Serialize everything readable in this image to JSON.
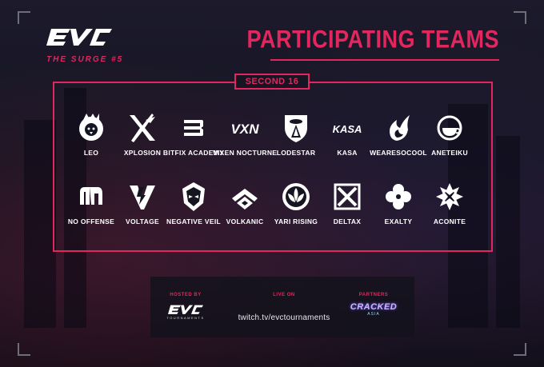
{
  "brand": {
    "logo_text": "EVC",
    "subtitle": "THE SURGE #5"
  },
  "title": "PARTICIPATING TEAMS",
  "section": {
    "label": "SECOND 16"
  },
  "teams_row1": [
    {
      "name": "LEO",
      "icon": "lion-icon"
    },
    {
      "name": "XPLOSION",
      "icon": "xplosion-x-icon"
    },
    {
      "name": "BITFIX ACADEMY",
      "icon": "bitfix-b-icon"
    },
    {
      "name": "VIXEN NOCTURNE",
      "icon": "vxn-icon",
      "icon_text": "VXN"
    },
    {
      "name": "LODESTAR",
      "icon": "lodestar-shield-icon"
    },
    {
      "name": "KASA",
      "icon": "kasa-wordmark-icon",
      "icon_text": "KASA"
    },
    {
      "name": "WEARESOCOOL",
      "icon": "flame-icon"
    },
    {
      "name": "ANETEIKU",
      "icon": "teacup-icon"
    }
  ],
  "teams_row2": [
    {
      "name": "NO OFFENSE",
      "icon": "no-offense-m-icon"
    },
    {
      "name": "VOLTAGE",
      "icon": "voltage-v-icon"
    },
    {
      "name": "NEGATIVE VEIL",
      "icon": "veiled-mask-icon"
    },
    {
      "name": "VOLKANIC",
      "icon": "volkanic-v-icon"
    },
    {
      "name": "YARI RISING",
      "icon": "lotus-circle-icon"
    },
    {
      "name": "DELTAX",
      "icon": "deltax-box-icon"
    },
    {
      "name": "EXALTY",
      "icon": "clover-icon"
    },
    {
      "name": "ACONITE",
      "icon": "aconite-flower-icon"
    }
  ],
  "footer": {
    "hosted_label": "HOSTED BY",
    "host_logo_text": "EVC",
    "host_logo_sub": "TOURNAMENTS",
    "live_label": "LIVE ON",
    "live_url": "twitch.tv/evctournaments",
    "partners_label": "PARTNERS",
    "partner_logo_text": "CRACKED",
    "partner_logo_sub": "ASIA"
  },
  "colors": {
    "accent": "#e2265e",
    "text": "#ffffff",
    "background": "#151522"
  }
}
